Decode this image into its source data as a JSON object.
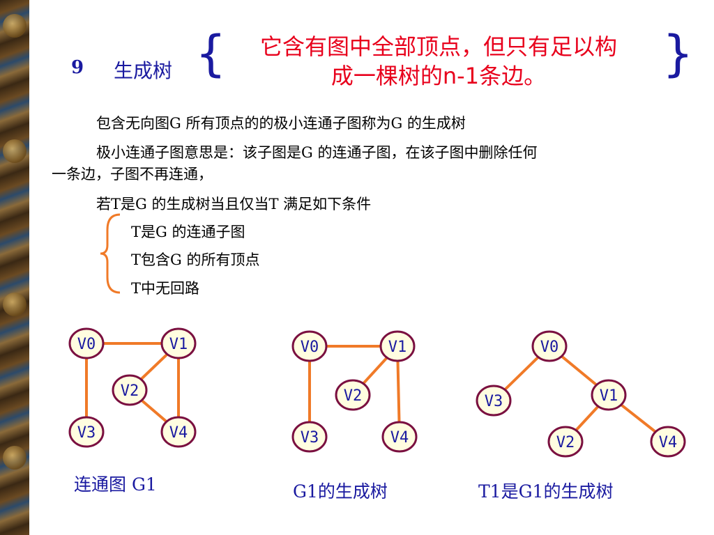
{
  "slide": {
    "number": "9",
    "heading": "生成树",
    "definition_line1": "它含有图中全部顶点，但只有足以构",
    "definition_line2": "成一棵树的n-1条边。",
    "para1": "包含无向图G 所有顶点的的极小连通子图称为G 的生成树",
    "para2_line1": "极小连通子图意思是：该子图是G 的连通子图，在该子图中删除任何",
    "para2_line2": "一条边，子图不再连通，",
    "para3": "若T是G 的生成树当且仅当T 满足如下条件",
    "conditions": [
      "T是G 的连通子图",
      "T包含G 的所有顶点",
      "T中无回路"
    ]
  },
  "colors": {
    "title": "#1a1aa0",
    "definition": "#e8001c",
    "edge": "#f07a28",
    "node_border": "#7a1040",
    "node_fill": "#fffde0"
  },
  "graphs": [
    {
      "caption": "连通图 G1",
      "nodes": [
        {
          "id": "V0",
          "label": "V0"
        },
        {
          "id": "V1",
          "label": "V1"
        },
        {
          "id": "V2",
          "label": "V2"
        },
        {
          "id": "V3",
          "label": "V3"
        },
        {
          "id": "V4",
          "label": "V4"
        }
      ],
      "edges": [
        [
          "V0",
          "V1"
        ],
        [
          "V0",
          "V3"
        ],
        [
          "V1",
          "V2"
        ],
        [
          "V1",
          "V4"
        ],
        [
          "V2",
          "V4"
        ]
      ]
    },
    {
      "caption": "G1的生成树",
      "nodes": [
        {
          "id": "V0",
          "label": "V0"
        },
        {
          "id": "V1",
          "label": "V1"
        },
        {
          "id": "V2",
          "label": "V2"
        },
        {
          "id": "V3",
          "label": "V3"
        },
        {
          "id": "V4",
          "label": "V4"
        }
      ],
      "edges": [
        [
          "V0",
          "V1"
        ],
        [
          "V0",
          "V3"
        ],
        [
          "V1",
          "V2"
        ],
        [
          "V1",
          "V4"
        ]
      ]
    },
    {
      "caption": "T1是G1的生成树",
      "nodes": [
        {
          "id": "V0",
          "label": "V0"
        },
        {
          "id": "V1",
          "label": "V1"
        },
        {
          "id": "V2",
          "label": "V2"
        },
        {
          "id": "V3",
          "label": "V3"
        },
        {
          "id": "V4",
          "label": "V4"
        }
      ],
      "edges": [
        [
          "V0",
          "V3"
        ],
        [
          "V0",
          "V1"
        ],
        [
          "V1",
          "V2"
        ],
        [
          "V1",
          "V4"
        ]
      ]
    }
  ]
}
